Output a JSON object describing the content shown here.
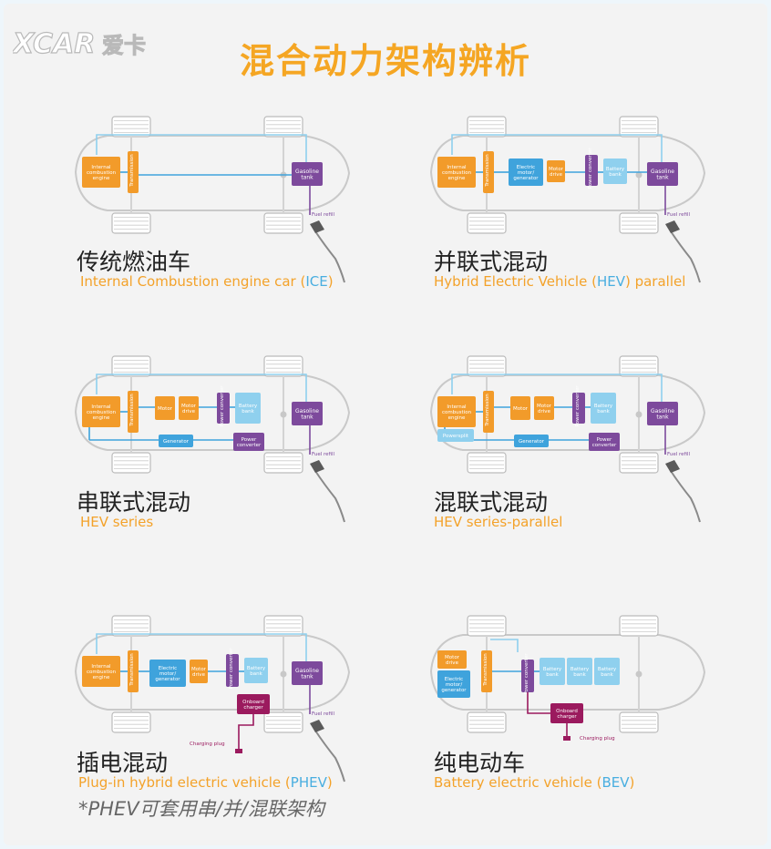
{
  "logo": {
    "text": "XCAR",
    "cn": "爱卡"
  },
  "title": "混合动力架构辨析",
  "labels": {
    "ice": "Internal combustion engine",
    "transmission": "Transmission",
    "gasoline": "Gasoline tank",
    "fuel_refill": "Fuel refill",
    "em_gen": "Electric motor/ generator",
    "motor_drive": "Motor drive",
    "power_conv": "Power converter",
    "battery": "Battery bank",
    "motor": "Motor",
    "generator": "Generator",
    "powersplit": "Powersplit",
    "onboard": "Onboard charger",
    "charging_plug": "Charging plug"
  },
  "panels": [
    {
      "cn": "传统燃油车",
      "en": "Internal Combustion engine car",
      "abbr": "(ICE)"
    },
    {
      "cn": "并联式混动",
      "en": "Hybrid Electric Vehicle",
      "abbr": "(HEV) parallel"
    },
    {
      "cn": "串联式混动",
      "en": "HEV series",
      "abbr": ""
    },
    {
      "cn": "混联式混动",
      "en": "HEV series-parallel",
      "abbr": ""
    },
    {
      "cn": "插电混动",
      "en": "Plug-in hybrid electric vehicle",
      "abbr": "(PHEV)"
    },
    {
      "cn": "纯电动车",
      "en": "Battery electric vehicle",
      "abbr": "(BEV)"
    }
  ],
  "footnote": "*PHEV可套用串/并/混联架构",
  "colors": {
    "orange": "#f29b2a",
    "purple": "#7d4a9c",
    "blue": "#3fa3dc",
    "lightblue": "#8fd0ee",
    "magenta": "#9b1a5e",
    "title": "#f5a623"
  }
}
